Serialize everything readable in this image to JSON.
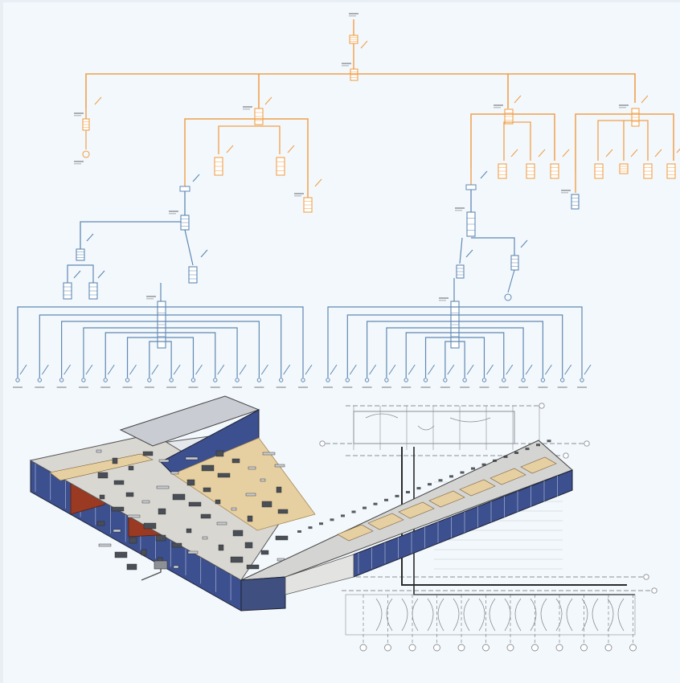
{
  "colors": {
    "background": "#f3f8fc",
    "upper_tree": "#f0a04b",
    "lower_tree": "#5f88b3",
    "panel_fill": "#ffffff",
    "building_glass": "#3c4f8e",
    "building_wall": "#9a3a22",
    "building_floor": "#e6cfa0",
    "building_roof": "#3a3f47",
    "cad_lines": "#8a8f96",
    "annotation": "#6f8bb0"
  },
  "diagram": {
    "upper_feeders": 4,
    "lower_terminal_groups": 2,
    "terminals_per_group": 14,
    "gridline_markers_bottom": 12
  }
}
